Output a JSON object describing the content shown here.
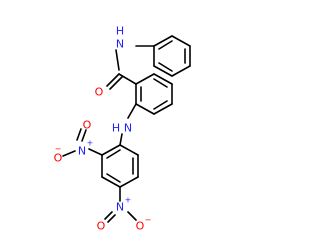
{
  "molecule": {
    "atoms": {
      "amide_n": {
        "symbol": "N",
        "suffix": "H",
        "color": "#1f1fff"
      },
      "amide_o": {
        "symbol": "O",
        "color": "#ff0000"
      },
      "amine_n": {
        "symbol": "N",
        "suffix": "H",
        "color": "#1f1fff"
      },
      "nitro1_n": {
        "symbol": "N",
        "charge": "+",
        "color": "#1f1fff"
      },
      "nitro1_o_top": {
        "symbol": "O",
        "color": "#ff0000"
      },
      "nitro1_o_side": {
        "symbol": "O",
        "charge": "−",
        "color": "#ff0000"
      },
      "nitro2_n": {
        "symbol": "N",
        "charge": "+",
        "color": "#1f1fff"
      },
      "nitro2_o_left": {
        "symbol": "O",
        "color": "#ff0000"
      },
      "nitro2_o_right": {
        "symbol": "O",
        "charge": "−",
        "color": "#ff0000"
      }
    },
    "bond_color": "#000000"
  }
}
